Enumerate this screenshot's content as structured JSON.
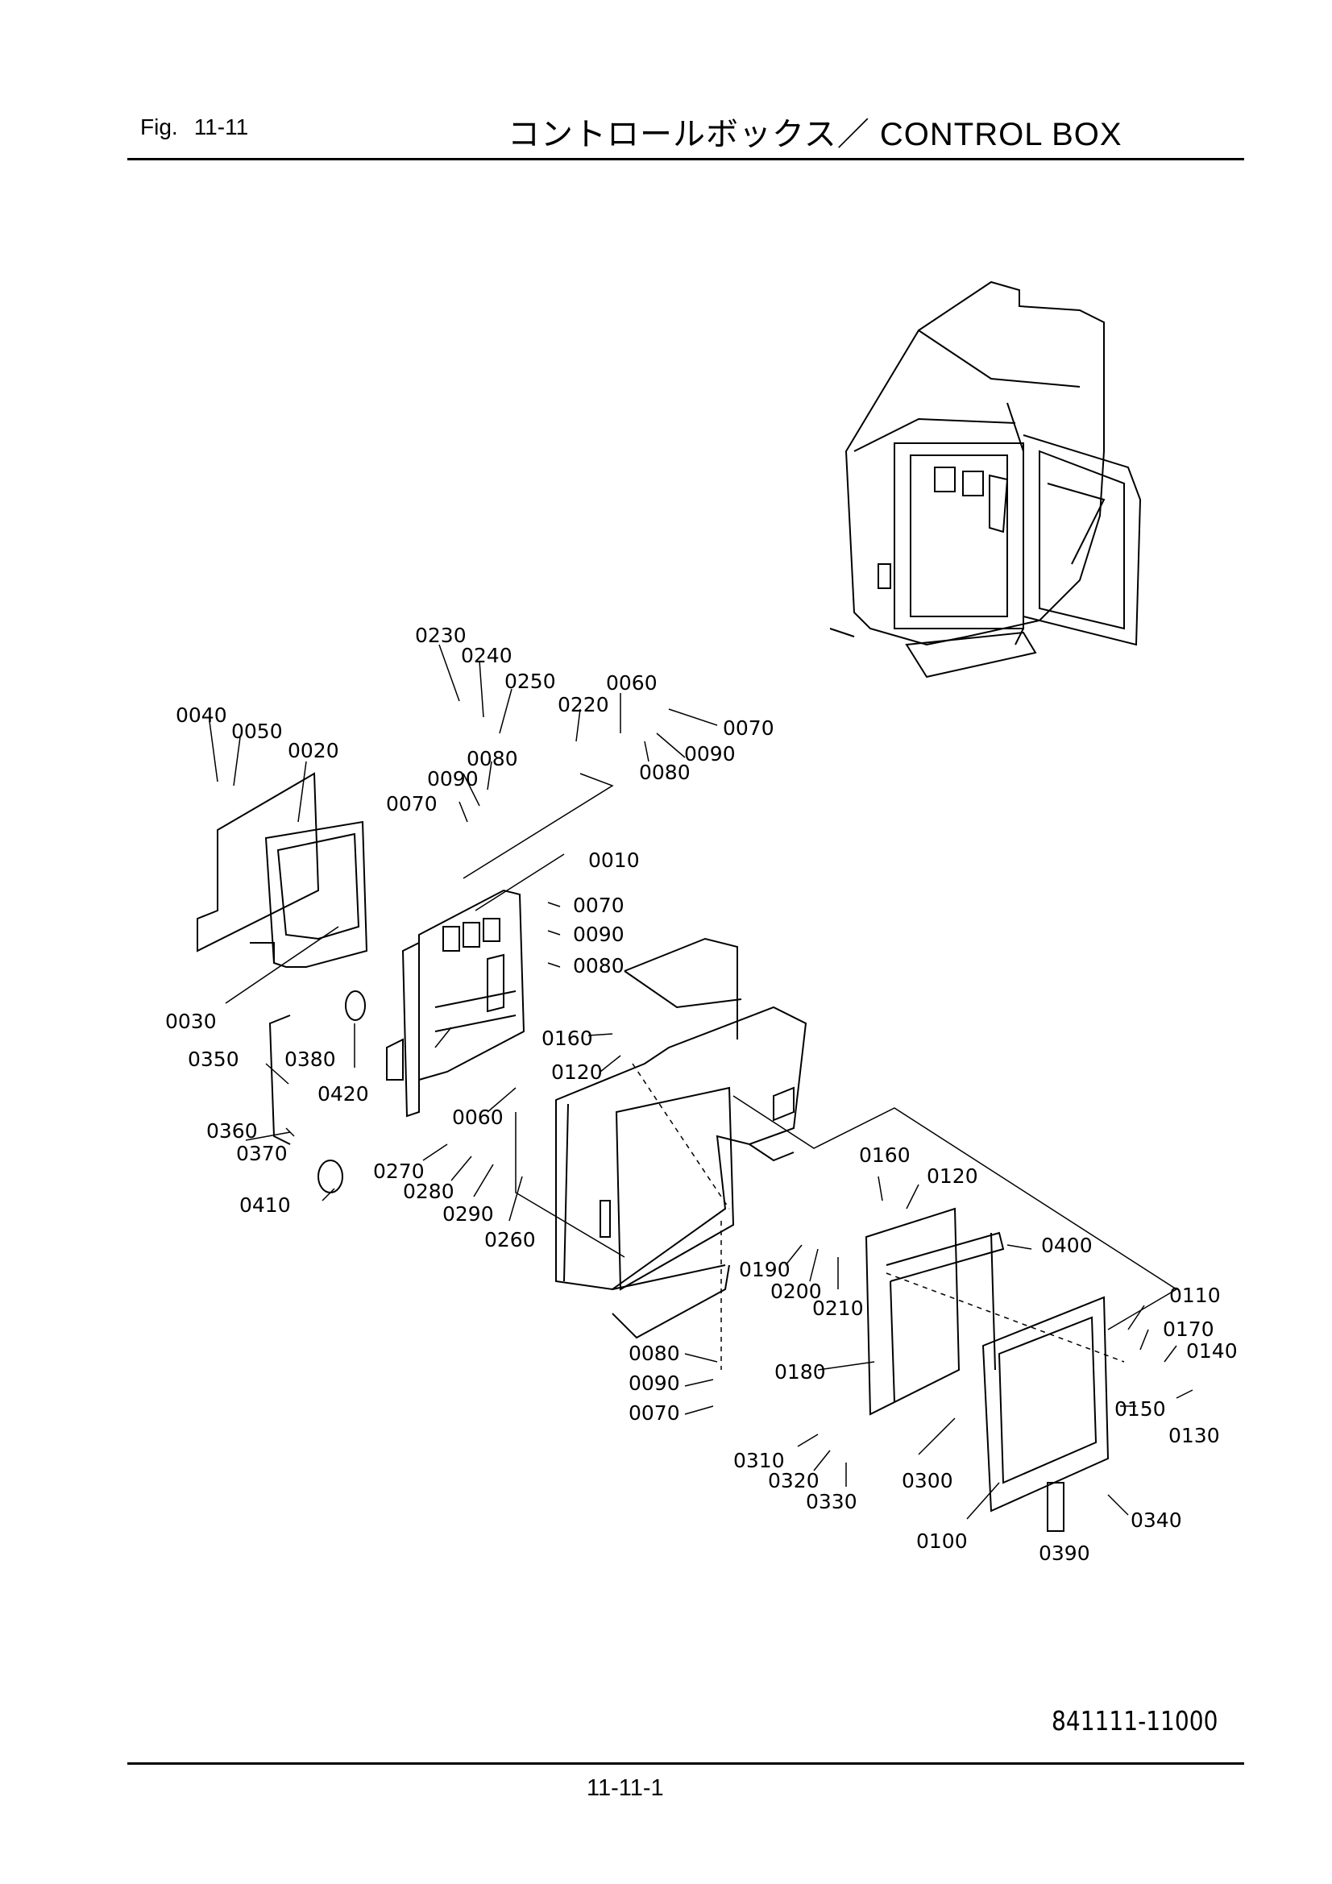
{
  "header": {
    "fig_label": "Fig.",
    "fig_number": "11-11",
    "title": "コントロールボックス／ CONTROL BOX"
  },
  "footer": {
    "drawing_number": "841111-11000",
    "page_number": "11-11-1"
  },
  "callouts": [
    "0230",
    "0240",
    "0250",
    "0060",
    "0220",
    "0070",
    "0040",
    "0050",
    "0020",
    "0080",
    "0090",
    "0090",
    "0080",
    "0070",
    "0010",
    "0070",
    "0090",
    "0080",
    "0030",
    "0380",
    "0350",
    "0420",
    "0160",
    "0120",
    "0060",
    "0360",
    "0370",
    "0270",
    "0280",
    "0410",
    "0290",
    "0260",
    "0160",
    "0120",
    "0400",
    "0190",
    "0200",
    "0210",
    "0110",
    "0170",
    "0140",
    "0080",
    "0180",
    "0090",
    "0150",
    "0070",
    "0130",
    "0310",
    "0320",
    "0300",
    "0330",
    "0340",
    "0100",
    "0390"
  ]
}
